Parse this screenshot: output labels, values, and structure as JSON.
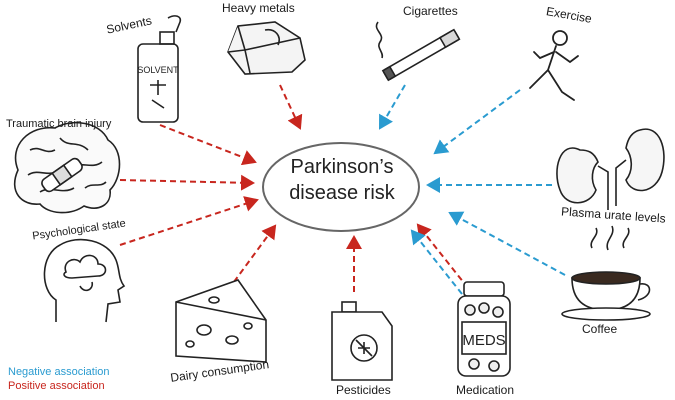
{
  "center": {
    "line1": "Parkinson’s",
    "line2": "disease risk"
  },
  "colors": {
    "negative": "#2a9bd0",
    "positive": "#c8261e"
  },
  "factors": {
    "solvents": {
      "label": "Solvents",
      "association": "positive",
      "bottle_text": "SOLVENT"
    },
    "heavy_metals": {
      "label": "Heavy metals",
      "association": "positive"
    },
    "cigarettes": {
      "label": "Cigarettes",
      "association": "negative"
    },
    "exercise": {
      "label": "Exercise",
      "association": "negative"
    },
    "tbi": {
      "label": "Traumatic brain injury",
      "association": "positive"
    },
    "psych": {
      "label": "Psychological state",
      "association": "positive"
    },
    "plasma_urate": {
      "label": "Plasma urate levels",
      "association": "negative"
    },
    "coffee": {
      "label": "Coffee",
      "association": "negative"
    },
    "dairy": {
      "label": "Dairy consumption",
      "association": "positive"
    },
    "pesticides": {
      "label": "Pesticides",
      "association": "positive"
    },
    "medication": {
      "label": "Medication",
      "association": "both",
      "bottle_text": "MEDS"
    }
  },
  "legend": {
    "negative": "Negative association",
    "positive": "Positive association"
  }
}
